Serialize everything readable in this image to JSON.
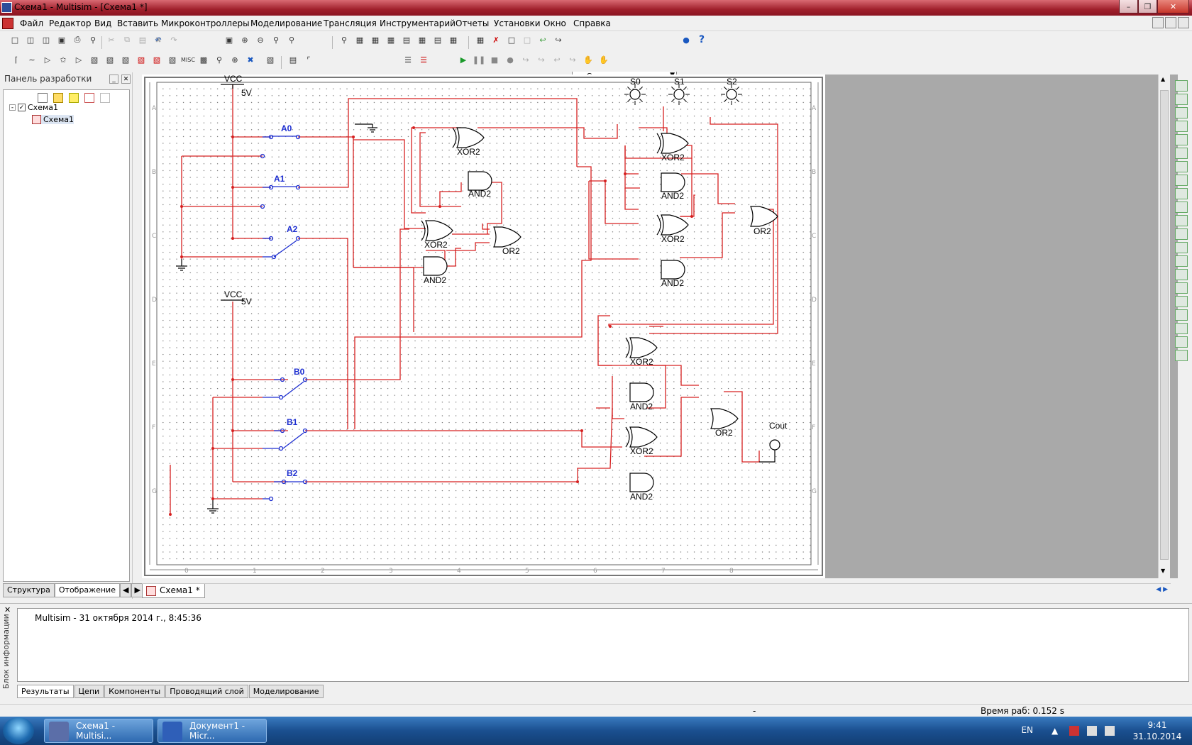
{
  "window": {
    "title": "Схема1 - Multisim - [Схема1 *]"
  },
  "menu": [
    "Файл",
    "Редактор",
    "Вид",
    "Вставить",
    "Микроконтроллеры",
    "Моделирование",
    "Трансляция",
    "Инструментарий",
    "Отчеты",
    "Установки",
    "Окно",
    "Справка"
  ],
  "toolbar": {
    "composition_value": "--- Состав ---"
  },
  "design_panel": {
    "title": "Панель разработки",
    "tree": [
      {
        "label": "Схема1",
        "level": 0
      },
      {
        "label": "Схема1",
        "level": 1
      }
    ],
    "tabs": [
      "Структура",
      "Отображение"
    ]
  },
  "schematic": {
    "vcc": [
      {
        "name": "VCC",
        "voltage": "5V"
      },
      {
        "name": "VCC",
        "voltage": "5V"
      }
    ],
    "switches": [
      "A0",
      "A1",
      "A2",
      "B0",
      "B1",
      "B2"
    ],
    "probes": [
      "S0",
      "S1",
      "S2",
      "Cout"
    ],
    "gates": {
      "xor": "XOR2",
      "and": "AND2",
      "or": "OR2"
    },
    "row_labels": [
      "A",
      "B",
      "C",
      "D",
      "E",
      "F",
      "G"
    ],
    "col_labels": [
      "0",
      "1",
      "2",
      "3",
      "4",
      "5",
      "6",
      "7",
      "8"
    ]
  },
  "doc_tab": {
    "label": "Схема1 *"
  },
  "info_panel": {
    "side_label": "Блок информации",
    "message": "Multisim  -  31 октября 2014 г., 8:45:36",
    "tabs": [
      "Результаты",
      "Цепи",
      "Компоненты",
      "Проводящий слой",
      "Моделирование"
    ]
  },
  "status": {
    "left": "-",
    "sim_time": "Время раб: 0.152 s"
  },
  "taskbar": {
    "items": [
      {
        "label": "Схема1 - Multisi...",
        "color": "#5b6ea8"
      },
      {
        "label": "Документ1 - Micr...",
        "color": "#2f5fb8"
      }
    ],
    "lang": "EN",
    "time": "9:41",
    "date": "31.10.2014"
  }
}
